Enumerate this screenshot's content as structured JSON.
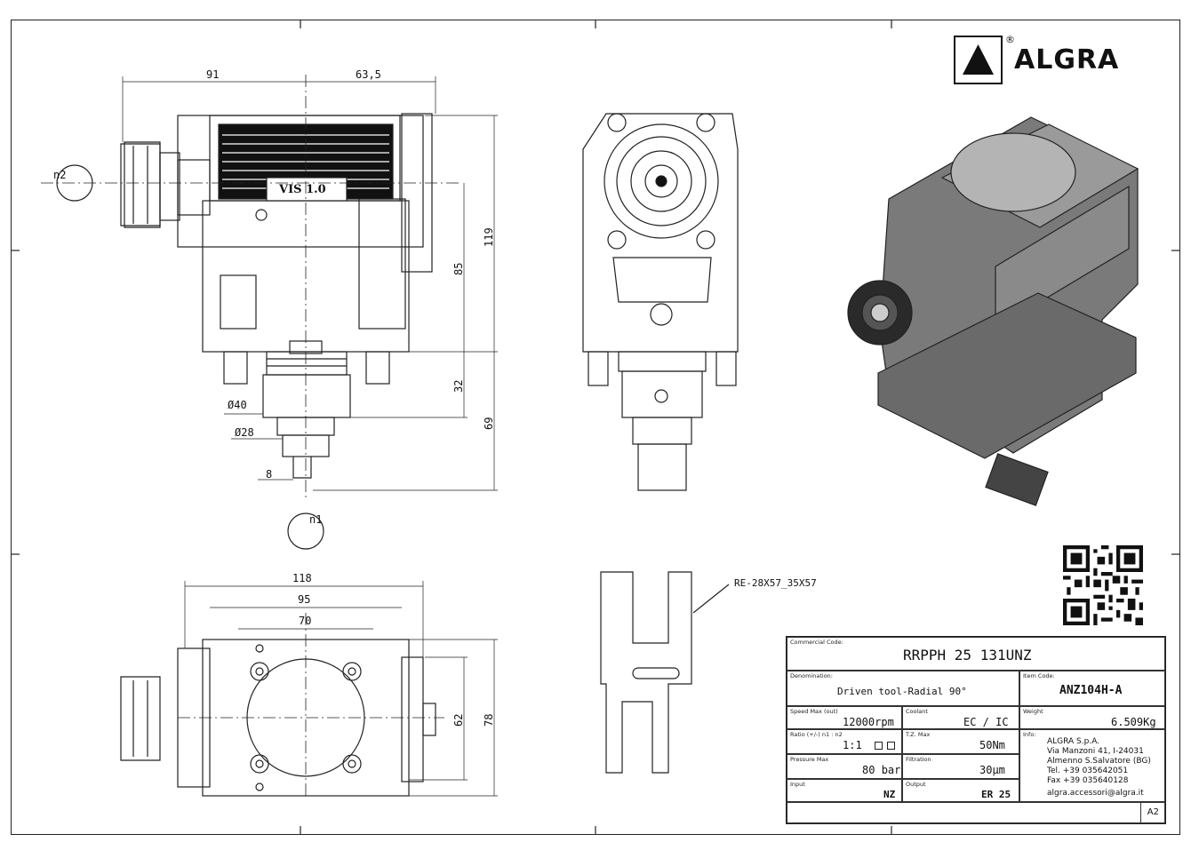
{
  "brand": {
    "name": "ALGRA",
    "registered": "®"
  },
  "dimensions": {
    "d91": "91",
    "d63_5": "63,5",
    "d119": "119",
    "d85": "85",
    "d32": "32",
    "d69": "69",
    "d40": "Ø40",
    "d28": "Ø28",
    "d8": "8",
    "d118": "118",
    "d95": "95",
    "d70": "70",
    "d62": "62",
    "d78": "78"
  },
  "rotation_labels": {
    "n1": "n1",
    "n2": "n2"
  },
  "engraving": "VIS 1.0",
  "collet_ref": "RE-28X57_35X57",
  "title_block": {
    "commercial_code_label": "Commercial Code:",
    "commercial_code": "RRPPH 25 131UNZ",
    "denomination_label": "Denomination:",
    "denomination": "Driven tool-Radial 90°",
    "item_code_label": "Item Code:",
    "item_code": "ANZ104H-A",
    "speed_label": "Speed Max (out)",
    "speed_value": "12000",
    "speed_unit": "rpm",
    "coolant_label": "Coolant",
    "coolant_value": "EC / IC",
    "weight_label": "Weight",
    "weight_value": "6.509Kg",
    "ratio_label": "Ratio (+/-) n1 : n2",
    "ratio_value": "1:1",
    "torque_label": "T.Z. Max",
    "torque_value": "50",
    "torque_unit": "Nm",
    "info_label": "Info:",
    "pressure_label": "Pressure Max",
    "pressure_value": "80",
    "pressure_unit": "bar",
    "filtration_label": "Filtration",
    "filtration_value": "30",
    "filtration_unit": "µm",
    "input_label": "Input",
    "input_value": "NZ",
    "output_label": "Output",
    "output_value": "ER 25",
    "sheet_size": "A2",
    "company": {
      "name": "ALGRA S.p.A.",
      "address1": "Via Manzoni 41, I-24031",
      "address2": "Almenno S.Salvatore (BG)",
      "tel": "Tel. +39 035642051",
      "fax": "Fax +39 035640128",
      "email": "algra.accessori@algra.it"
    }
  }
}
